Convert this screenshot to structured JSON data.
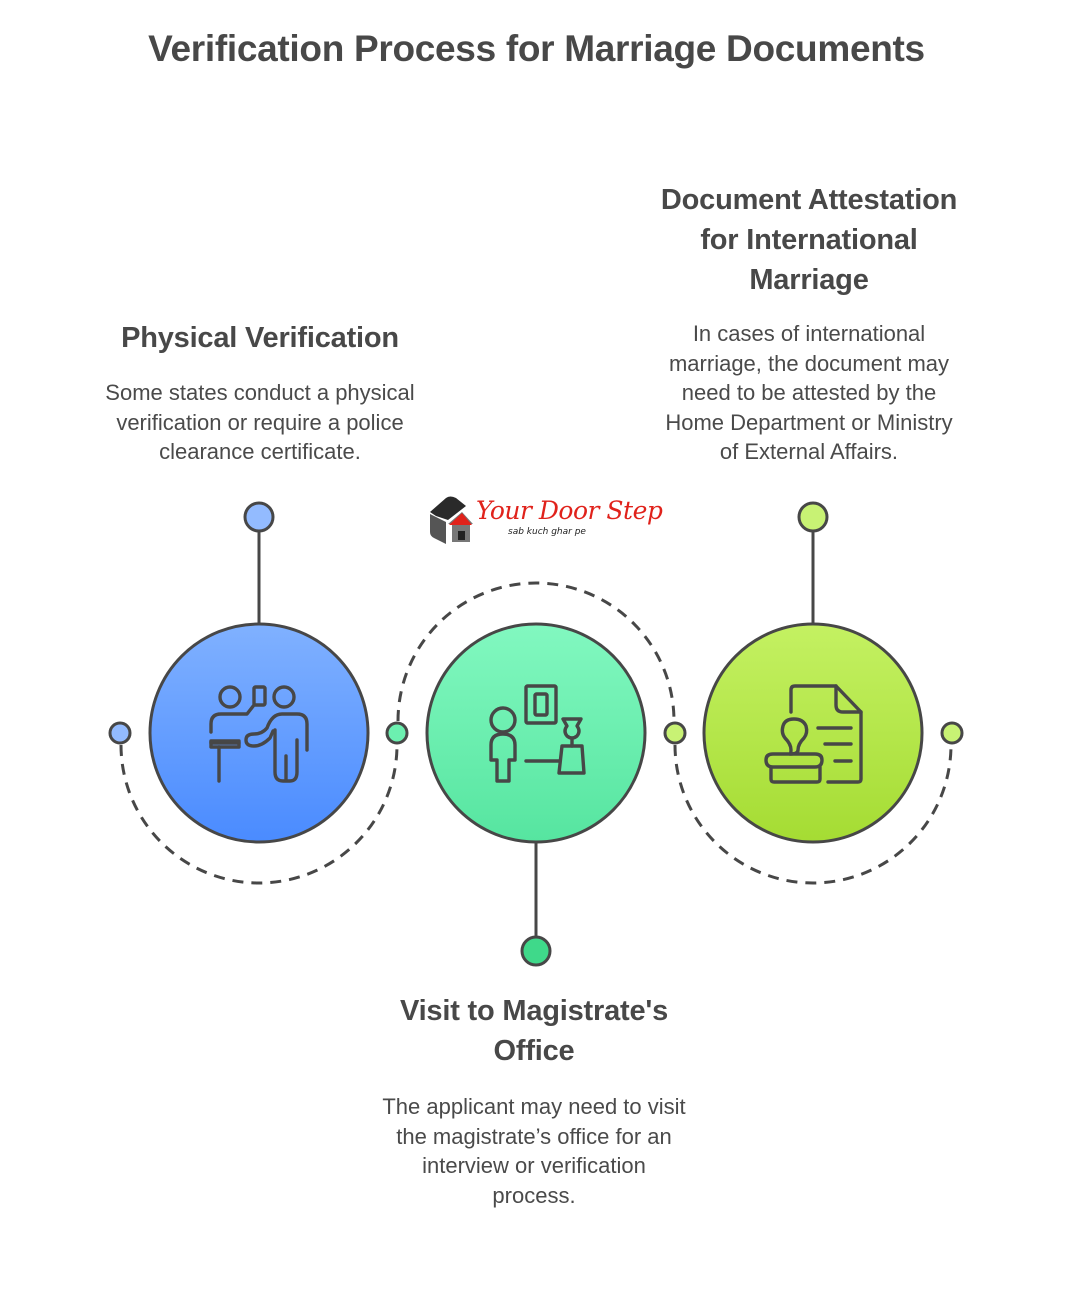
{
  "title": "Verification Process for Marriage Documents",
  "logo": {
    "name": "Your Door Step",
    "tagline": "sab kuch ghar pe"
  },
  "steps": [
    {
      "id": "physical-verification",
      "title": "Physical Verification",
      "description": "Some states conduct a physical verification or require a police clearance certificate.",
      "icon": "person-presenting-id-icon",
      "color_top": "#7fb0ff",
      "color_bottom": "#4a8bff",
      "pin_color": "#93bbff"
    },
    {
      "id": "visit-magistrate",
      "title": "Visit to Magistrate's Office",
      "description": "The applicant may need to visit the magistrate’s office for an interview or verification process.",
      "icon": "office-visit-icon",
      "color_top": "#80f7be",
      "color_bottom": "#57e6a2",
      "pin_color": "#3fd98a"
    },
    {
      "id": "document-attestation",
      "title": "Document Attestation for International Marriage",
      "description": "In cases of international marriage, the document may need to be attested by the Home Department or Ministry of External Affairs.",
      "icon": "stamp-document-icon",
      "color_top": "#c3f060",
      "color_bottom": "#a6dd35",
      "pin_color": "#c8f274"
    }
  ],
  "text_blocks": {
    "physical": {
      "title": "Physical Verification",
      "lines": [
        "Some states conduct a physical",
        "verification or require a police",
        "clearance certificate."
      ]
    },
    "magistrate": {
      "title_lines": [
        "Visit to Magistrate's",
        "Office"
      ],
      "lines": [
        "The applicant may need to visit",
        "the magistrate’s office for an",
        "interview or verification",
        "process."
      ]
    },
    "attestation": {
      "title_lines": [
        "Document Attestation",
        "for International",
        "Marriage"
      ],
      "lines": [
        "In cases of international",
        "marriage, the document may",
        "need to be attested by the",
        "Home Department or Ministry",
        "of External Affairs."
      ]
    }
  },
  "colors": {
    "stroke": "#474747",
    "text": "#484848",
    "logo_red": "#e0221b"
  }
}
